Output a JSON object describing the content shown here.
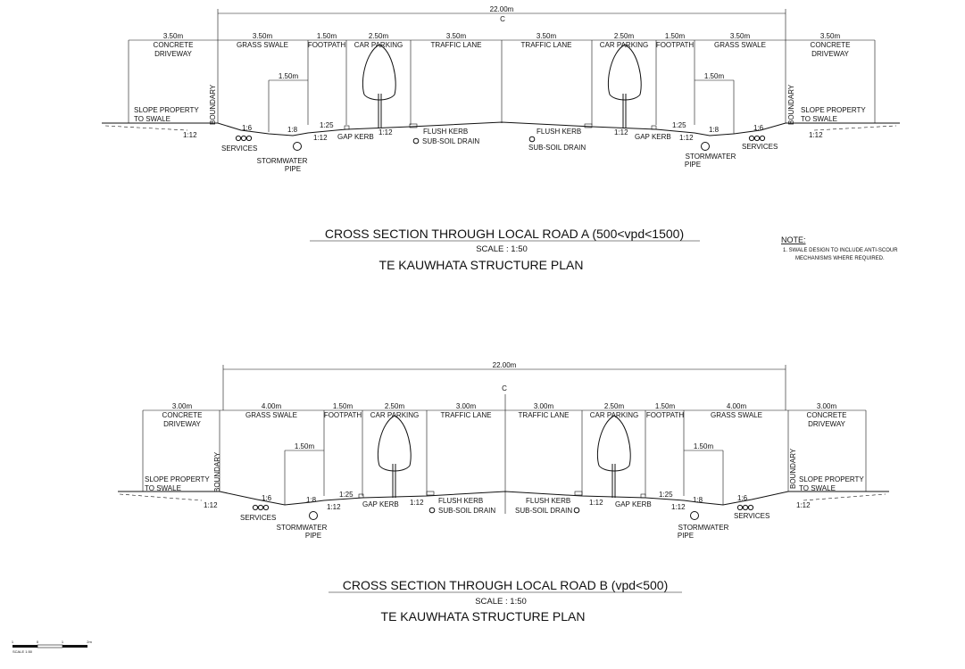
{
  "section_a": {
    "total_width": "22.00m",
    "centerline": "C",
    "widths": [
      "3.50m",
      "3.50m",
      "1.50m",
      "2.50m",
      "3.50m",
      "3.50m",
      "2.50m",
      "1.50m",
      "3.50m",
      "3.50m"
    ],
    "zones": [
      "CONCRETE DRIVEWAY",
      "GRASS SWALE",
      "FOOTPATH",
      "CAR PARKING",
      "TRAFFIC LANE",
      "TRAFFIC LANE",
      "CAR PARKING",
      "FOOTPATH",
      "GRASS SWALE",
      "CONCRETE DRIVEWAY"
    ],
    "swale_width": "1.50m",
    "boundary": "BOUNDARY",
    "slope_property": "SLOPE PROPERTY TO SWALE",
    "grades": {
      "g112": "1:12",
      "g16": "1:6",
      "g18": "1:8",
      "g125": "1:25"
    },
    "services": "SERVICES",
    "stormwater": "STORMWATER PIPE",
    "gap_kerb": "GAP KERB",
    "flush_kerb": "FLUSH KERB",
    "subsoil": "SUB-SOIL DRAIN",
    "title": "CROSS SECTION THROUGH LOCAL ROAD A (500<vpd<1500)",
    "scale": "SCALE : 1:50",
    "plan": "TE KAUWHATA STRUCTURE PLAN"
  },
  "section_b": {
    "total_width": "22.00m",
    "centerline": "C",
    "widths": [
      "3.00m",
      "4.00m",
      "1.50m",
      "2.50m",
      "3.00m",
      "3.00m",
      "2.50m",
      "1.50m",
      "4.00m",
      "3.00m"
    ],
    "zones": [
      "CONCRETE DRIVEWAY",
      "GRASS SWALE",
      "FOOTPATH",
      "CAR PARKING",
      "TRAFFIC LANE",
      "TRAFFIC LANE",
      "CAR PARKING",
      "FOOTPATH",
      "GRASS SWALE",
      "CONCRETE DRIVEWAY"
    ],
    "swale_width": "1.50m",
    "boundary": "BOUNDARY",
    "slope_property": "SLOPE PROPERTY TO SWALE",
    "grades": {
      "g112": "1:12",
      "g16": "1:6",
      "g18": "1:8",
      "g125": "1:25"
    },
    "services": "SERVICES",
    "stormwater": "STORMWATER PIPE",
    "gap_kerb": "GAP KERB",
    "flush_kerb": "FLUSH KERB",
    "subsoil": "SUB-SOIL DRAIN",
    "title": "CROSS SECTION THROUGH LOCAL ROAD B (vpd<500)",
    "scale": "SCALE : 1:50",
    "plan": "TE KAUWHATA STRUCTURE PLAN"
  },
  "note": {
    "heading": "NOTE:",
    "line1": "1.    SWALE DESIGN TO INCLUDE ANTI-SCOUR",
    "line2": "MECHANISMS WHERE REQUIRED."
  },
  "scale_bar": {
    "ticks": [
      "1",
      "0",
      "1",
      "2m"
    ],
    "label": "SCALE 1:50"
  }
}
